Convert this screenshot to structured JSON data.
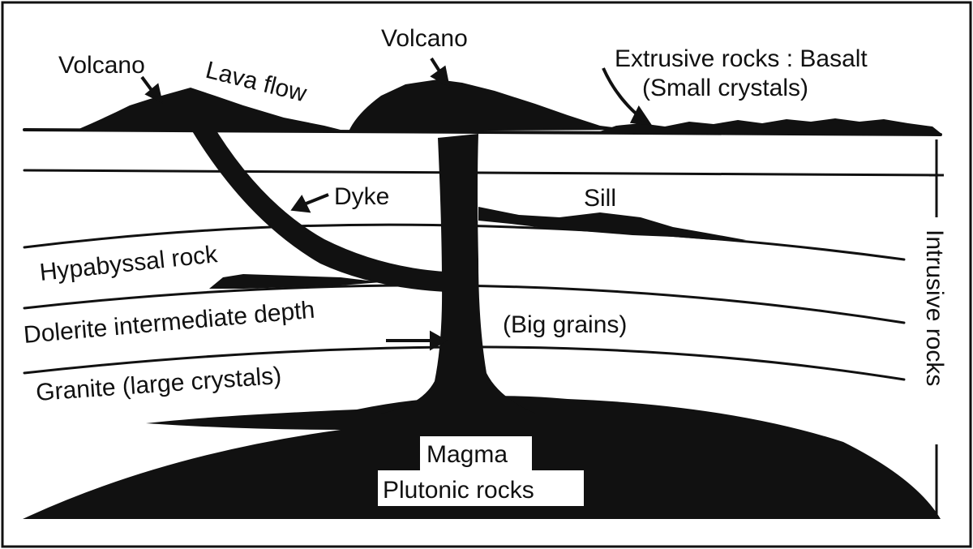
{
  "labels": {
    "volcano_left": "Volcano",
    "volcano_center": "Volcano",
    "lava_flow": "Lava flow",
    "extrusive": "Extrusive rocks : Basalt",
    "small_crystals": "(Small crystals)",
    "dyke": "Dyke",
    "sill": "Sill",
    "hypabyssal": "Hypabyssal rock",
    "dolerite": "Dolerite intermediate depth",
    "big_grains": "(Big grains)",
    "granite": "Granite (large crystals)",
    "magma": "Magma",
    "plutonic": "Plutonic rocks",
    "intrusive": "Intrusive rocks"
  },
  "colors": {
    "ink": "#111111",
    "paper": "#ffffff"
  }
}
